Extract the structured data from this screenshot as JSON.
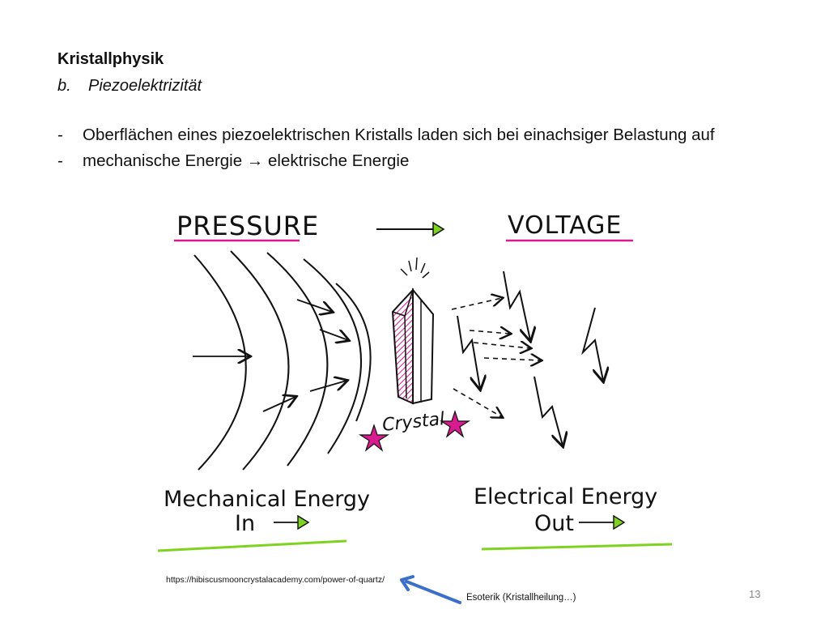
{
  "slide": {
    "heading": "Kristallphysik",
    "subheading": {
      "label": "b.",
      "text": "Piezoelektrizität"
    },
    "bullets": [
      {
        "dash": "-",
        "text": "Oberflächen eines piezoelektrischen Kristalls laden sich bei einachsiger Belastung auf"
      },
      {
        "dash": "-",
        "text": "mechanische Energie → elektrische Energie"
      }
    ],
    "page_number": "13"
  },
  "illustration": {
    "label_pressure": "PRESSURE",
    "label_voltage": "VOLTAGE",
    "label_crystal": "Crystal",
    "label_mech_line1": "Mechanical Energy",
    "label_mech_line2": "In",
    "label_elec_line1": "Electrical Energy",
    "label_elec_line2": "Out",
    "colors": {
      "magenta": "#d81b8f",
      "green": "#7ed321",
      "arrow_blue": "#3b6fc9",
      "ink": "#111111"
    }
  },
  "footer": {
    "source_url": "https://hibiscusmooncrystalacademy.com/power-of-quartz/",
    "note": "Esoterik (Kristallheilung…)"
  }
}
